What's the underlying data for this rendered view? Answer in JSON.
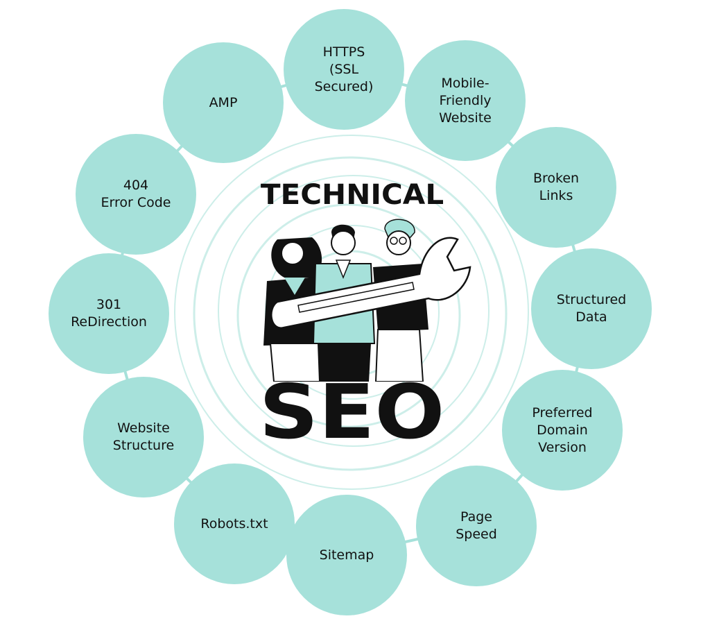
{
  "colors": {
    "node_fill": "#a6e1da",
    "link": "#a6e1da",
    "ring": "#cdeee9",
    "text": "#111111"
  },
  "center": {
    "title_top": "TECHNICAL",
    "title_bottom": "SEO"
  },
  "nodes": [
    {
      "label": "HTTPS\n(SSL\nSecured)"
    },
    {
      "label": "Mobile-\nFriendly\nWebsite"
    },
    {
      "label": "Broken\nLinks"
    },
    {
      "label": "Structured\nData"
    },
    {
      "label": "Preferred\nDomain\nVersion"
    },
    {
      "label": "Page\nSpeed"
    },
    {
      "label": "Sitemap"
    },
    {
      "label": "Robots.txt"
    },
    {
      "label": "Website\nStructure"
    },
    {
      "label": "301\nReDirection"
    },
    {
      "label": "404\nError Code"
    },
    {
      "label": "AMP"
    }
  ]
}
